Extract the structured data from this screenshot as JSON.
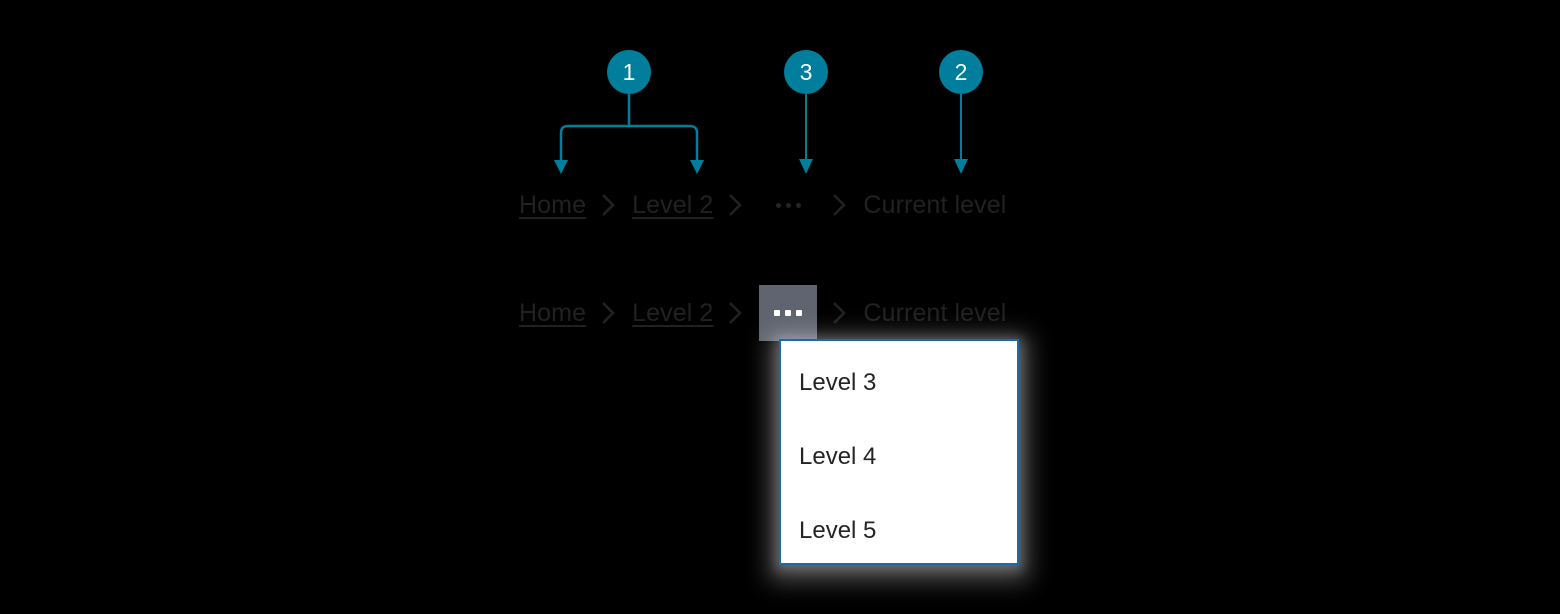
{
  "theme": {
    "page_background": "#000000",
    "callout_color": "#007e9c",
    "callout_text_color": "#ffffff",
    "crumb_text_color": "#212121",
    "ellipsis_active_background": "#5f6470",
    "ellipsis_active_dot_color": "#ffffff",
    "flyout_background": "#ffffff",
    "flyout_border_color": "#1a6ba8",
    "flyout_text_color": "#242424"
  },
  "callouts": [
    {
      "number": "1",
      "target": "breadcrumb-links"
    },
    {
      "number": "2",
      "target": "current-level-crumb"
    },
    {
      "number": "3",
      "target": "overflow-ellipsis-button"
    }
  ],
  "breadcrumb_default": {
    "items": [
      {
        "label": "Home",
        "type": "link"
      },
      {
        "label": "Level 2",
        "type": "link"
      },
      {
        "label": "...",
        "type": "overflow"
      },
      {
        "label": "Current level",
        "type": "current"
      }
    ],
    "separator_icon": "chevron-right-icon"
  },
  "breadcrumb_expanded": {
    "items": [
      {
        "label": "Home",
        "type": "link"
      },
      {
        "label": "Level 2",
        "type": "link"
      },
      {
        "label": "...",
        "type": "overflow"
      },
      {
        "label": "Current level",
        "type": "current"
      }
    ],
    "separator_icon": "chevron-right-icon"
  },
  "flyout": {
    "items": [
      {
        "label": "Level 3"
      },
      {
        "label": "Level 4"
      },
      {
        "label": "Level 5"
      }
    ]
  }
}
